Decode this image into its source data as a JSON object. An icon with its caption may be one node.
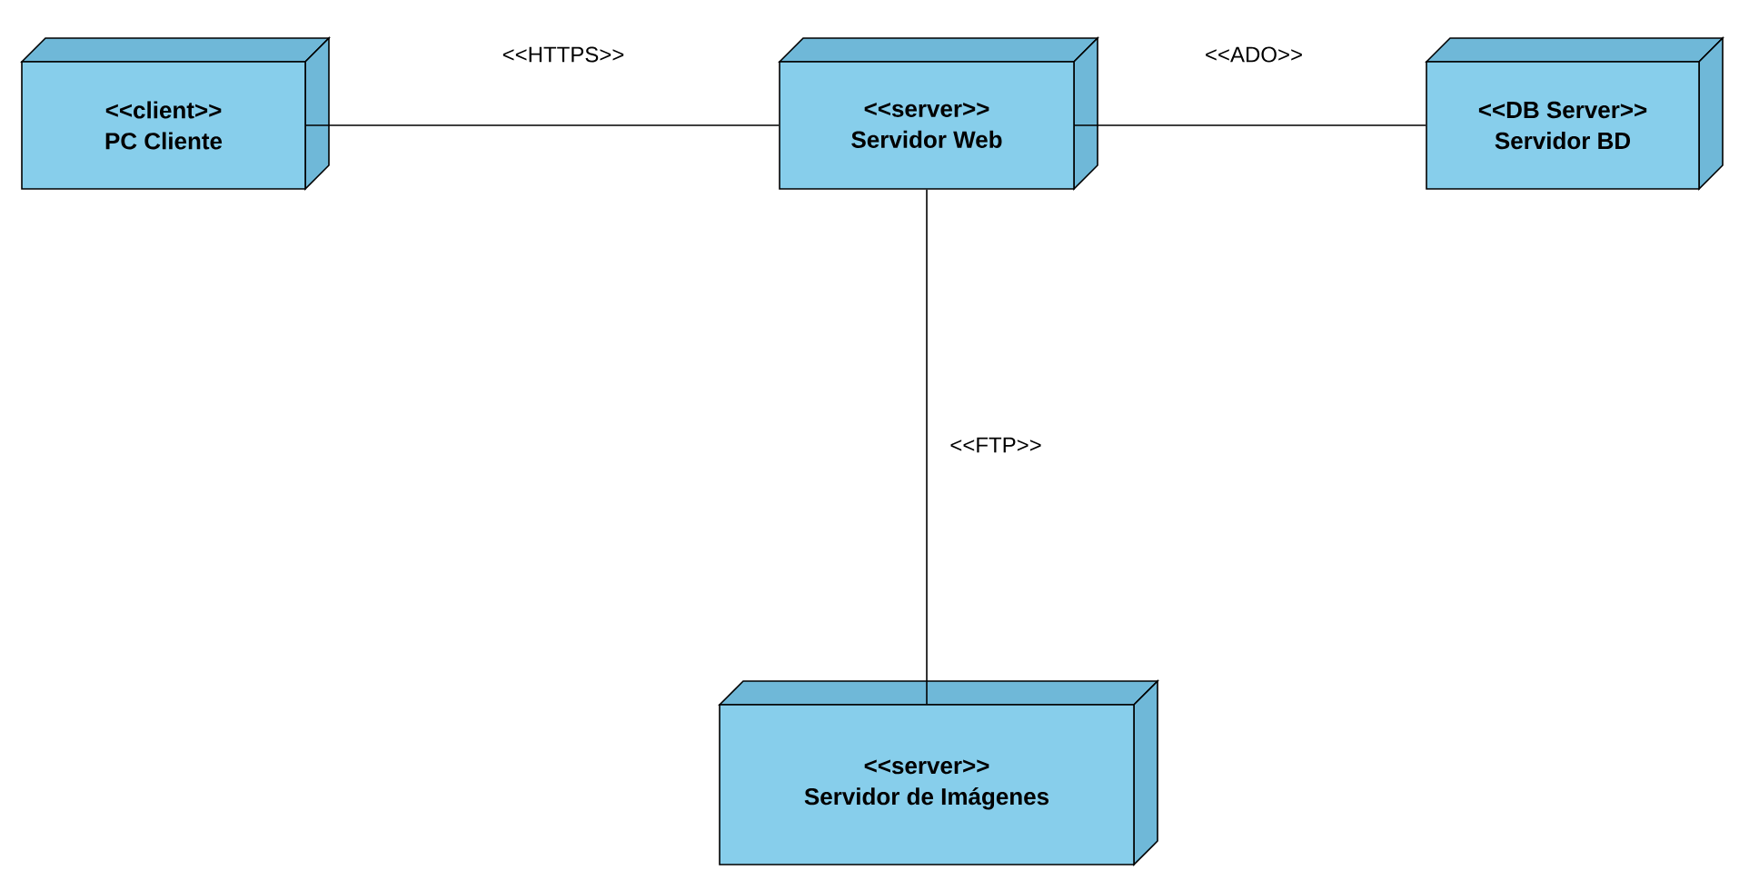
{
  "diagram": {
    "nodes": [
      {
        "text": [
          "<<client>>",
          "PC Cliente"
        ]
      },
      {
        "text": [
          "<<server>>",
          "Servidor Web"
        ]
      },
      {
        "text": [
          "<<DB Server>>",
          "Servidor BD"
        ]
      },
      {
        "text": [
          "<<server>>",
          "Servidor de Imágenes"
        ]
      }
    ],
    "edges": [
      {
        "from": 0,
        "to": 1,
        "arrow": "none",
        "label": "<<HTTPS>>"
      },
      {
        "from": 1,
        "to": 2,
        "arrow": "none",
        "label": "<<ADO>>"
      },
      {
        "from": 1,
        "to": 3,
        "arrow": "none",
        "label": "<<FTP>>"
      }
    ]
  }
}
